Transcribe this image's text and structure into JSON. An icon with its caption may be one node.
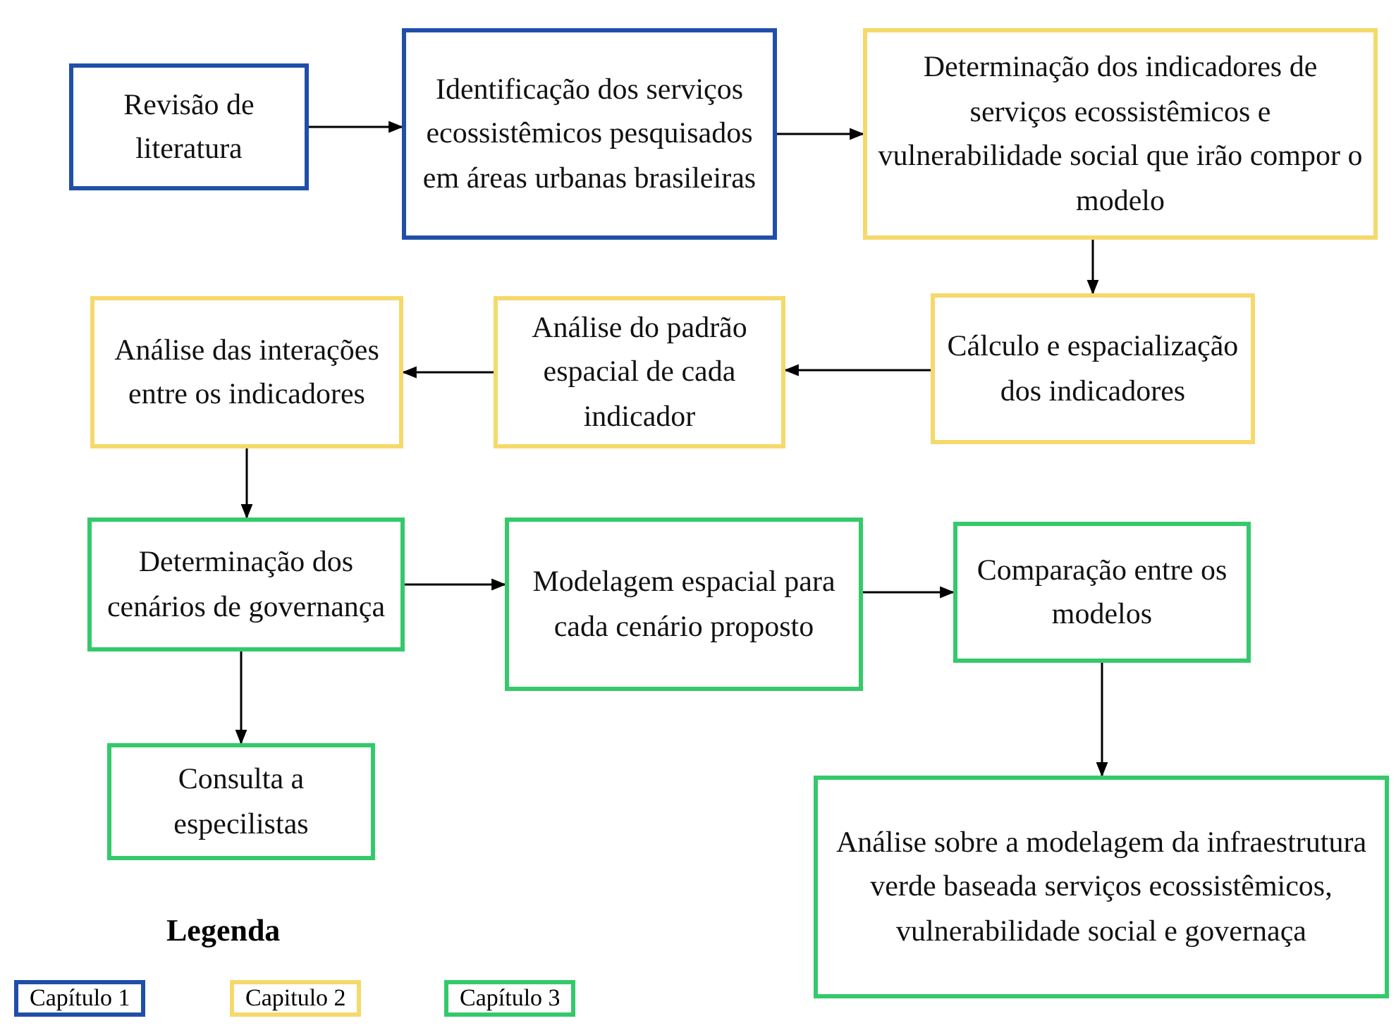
{
  "diagram": {
    "nodes": [
      {
        "text": [
          "Revisão de literatura"
        ]
      },
      {
        "text": [
          "Identificação dos serviços ecossistêmicos pesquisados em áreas urbanas brasileiras"
        ]
      },
      {
        "text": [
          "Determinação dos indicadores de serviços ecossistêmicos e vulnerabilidade social que irão compor o modelo"
        ]
      },
      {
        "text": [
          "Cálculo e espacialização dos indicadores"
        ]
      },
      {
        "text": [
          "Análise do padrão espacial de cada indicador"
        ]
      },
      {
        "text": [
          "Análise das interações entre os indicadores"
        ]
      },
      {
        "text": [
          "Determinação dos cenários de governança"
        ]
      },
      {
        "text": [
          "Modelagem espacial para cada cenário proposto"
        ]
      },
      {
        "text": [
          "Comparação entre os modelos"
        ]
      },
      {
        "text": [
          "Consulta a especilistas"
        ]
      },
      {
        "text": [
          "Análise sobre a modelagem da infraestrutura verde baseada serviços ecossistêmicos, vulnerabilidade social e  governaça"
        ]
      }
    ],
    "edges": [
      {
        "from": 0,
        "to": 1,
        "arrow": "to"
      },
      {
        "from": 1,
        "to": 2,
        "arrow": "to"
      },
      {
        "from": 2,
        "to": 3,
        "arrow": "to"
      },
      {
        "from": 3,
        "to": 4,
        "arrow": "to"
      },
      {
        "from": 4,
        "to": 5,
        "arrow": "to"
      },
      {
        "from": 5,
        "to": 6,
        "arrow": "to"
      },
      {
        "from": 6,
        "to": 7,
        "arrow": "to"
      },
      {
        "from": 7,
        "to": 8,
        "arrow": "to"
      },
      {
        "from": 6,
        "to": 9,
        "arrow": "to"
      },
      {
        "from": 8,
        "to": 10,
        "arrow": "to"
      }
    ],
    "labels": [
      "Legenda"
    ],
    "legend": [
      {
        "text": "Capítulo 1",
        "color": "#1f4fa8"
      },
      {
        "text": "Capitulo 2",
        "color": "#f5d96b"
      },
      {
        "text": "Capítulo 3",
        "color": "#34c96a"
      }
    ]
  }
}
